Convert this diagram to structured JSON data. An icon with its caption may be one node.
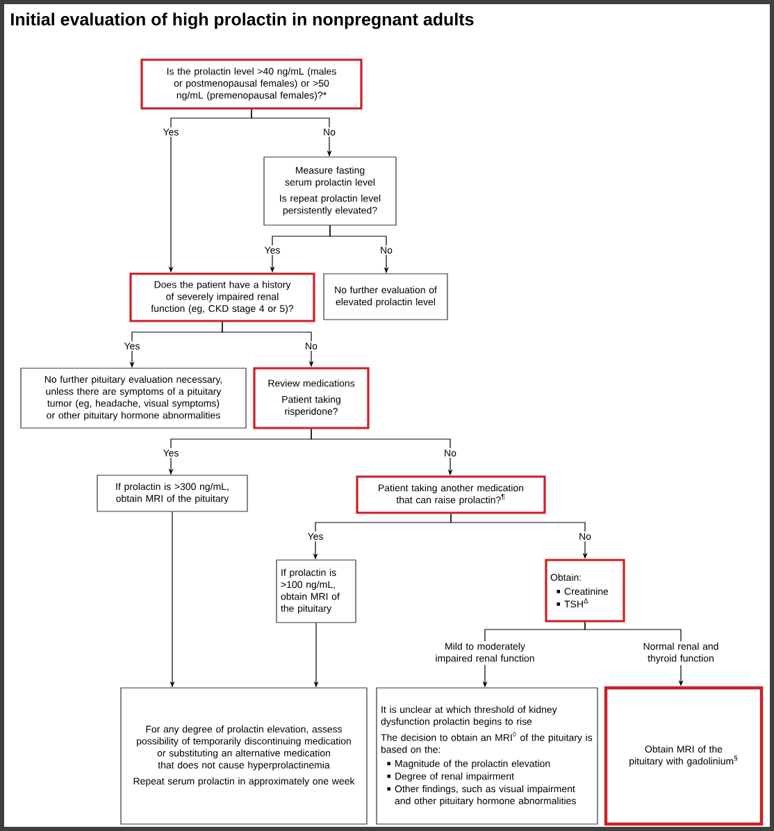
{
  "diagram": {
    "title": "Initial evaluation of high prolactin in nonpregnant adults",
    "nodes": [
      {
        "text": [
          "Is the prolactin level >40 ng/mL (males or postmenopausal females) or >50 ng/mL (premenopausal females)?*"
        ]
      },
      {
        "text": [
          "Measure fasting serum prolactin level",
          "Is repeat prolactin level persistently elevated?"
        ]
      },
      {
        "text": [
          "Does the patient have a history of severely impaired renal function (eg, CKD stage 4 or 5)?"
        ]
      },
      {
        "text": [
          "No further evaluation of elevated prolactin level"
        ]
      },
      {
        "text": [
          "No further pituitary evaluation necessary, unless there are symptoms of a pituitary tumor (eg, headache, visual symptoms) or other pituitary hormone abnormalities"
        ]
      },
      {
        "text": [
          "Review medications",
          "Patient taking risperidone?"
        ]
      },
      {
        "text": [
          "If prolactin is >300 ng/mL, obtain MRI of the pituitary"
        ]
      },
      {
        "text": [
          "Patient taking another medication that can raise prolactin?$^{¶}$"
        ]
      },
      {
        "text": [
          "If prolactin is >100 ng/mL, obtain MRI of the pituitary"
        ]
      },
      {
        "text": [
          "Obtain:",
          "Creatinine",
          "TSH$^{Δ}$"
        ]
      },
      {
        "text": [
          "For any degree of prolactin elevation, assess possibility of temporarily discontinuing medication or substituting an alternative medication that does not cause hyperprolactinemia",
          "Repeat serum prolactin in approximately one week"
        ]
      },
      {
        "text": [
          "It is unclear at which threshold of kidney dysfunction prolactin begins to rise",
          "The decision to obtain an MRI$^{◊}$ of the pituitary is based on the:",
          "Magnitude of the prolactin elevation",
          "Degree of renal impairment",
          "Other findings, such as visual impairment and other pituitary hormone abnormalities"
        ]
      },
      {
        "text": [
          "Obtain MRI of the pituitary with gadolinium$^{§}$"
        ]
      }
    ],
    "edges": [
      {
        "from": 0,
        "to": 2,
        "arrow": "to",
        "label": "Yes"
      },
      {
        "from": 0,
        "to": 1,
        "arrow": "to",
        "label": "No"
      },
      {
        "from": 1,
        "to": 2,
        "arrow": "to",
        "label": "Yes"
      },
      {
        "from": 1,
        "to": 3,
        "arrow": "to",
        "label": "No"
      },
      {
        "from": 2,
        "to": 4,
        "arrow": "to",
        "label": "Yes"
      },
      {
        "from": 2,
        "to": 5,
        "arrow": "to",
        "label": "No"
      },
      {
        "from": 5,
        "to": 6,
        "arrow": "to",
        "label": "Yes"
      },
      {
        "from": 5,
        "to": 7,
        "arrow": "to",
        "label": "No"
      },
      {
        "from": 7,
        "to": 8,
        "arrow": "to",
        "label": "Yes"
      },
      {
        "from": 7,
        "to": 9,
        "arrow": "to",
        "label": "No"
      },
      {
        "from": 9,
        "to": 11,
        "arrow": "to",
        "label": "Mild to moderately impaired renal function"
      },
      {
        "from": 9,
        "to": 12,
        "arrow": "to",
        "label": "Normal renal and thyroid function"
      },
      {
        "from": 6,
        "to": 10,
        "arrow": "to"
      },
      {
        "from": 8,
        "to": 10,
        "arrow": "to"
      }
    ]
  }
}
